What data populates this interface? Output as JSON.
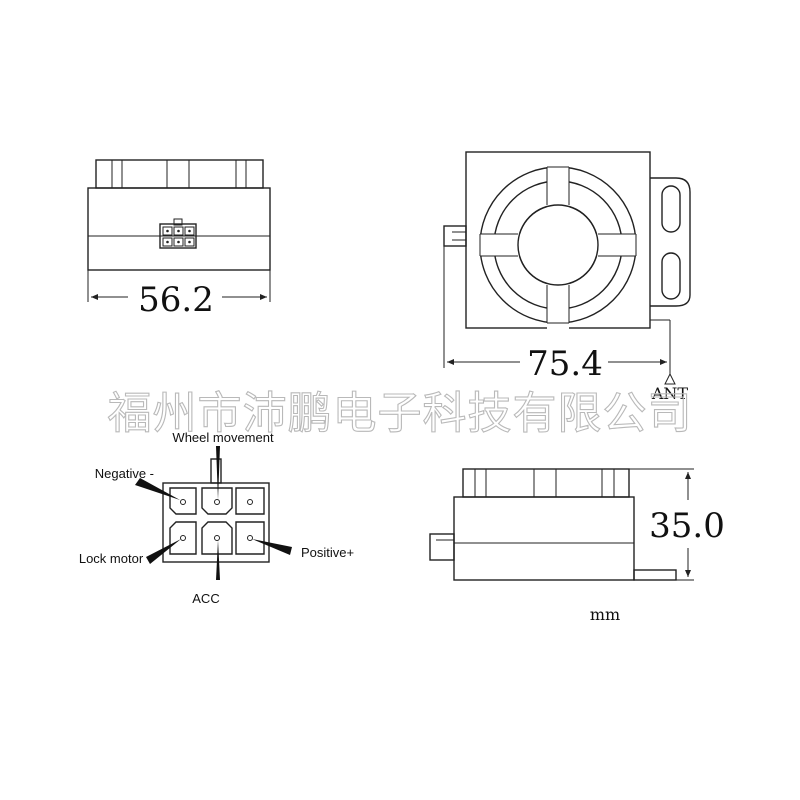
{
  "dimensions": {
    "front_width": "56.2",
    "top_width": "75.4",
    "side_height": "35.0"
  },
  "labels": {
    "antenna": "ANT",
    "unit": "mm"
  },
  "watermark": "福州市沛鹏电子科技有限公司",
  "connector_pins": {
    "top": "Wheel movement",
    "negative": "Negative -",
    "lock_motor": "Lock motor",
    "acc": "ACC",
    "positive": "Positive+"
  },
  "colors": {
    "line": "#222222",
    "watermark": "#b9b9b9"
  }
}
